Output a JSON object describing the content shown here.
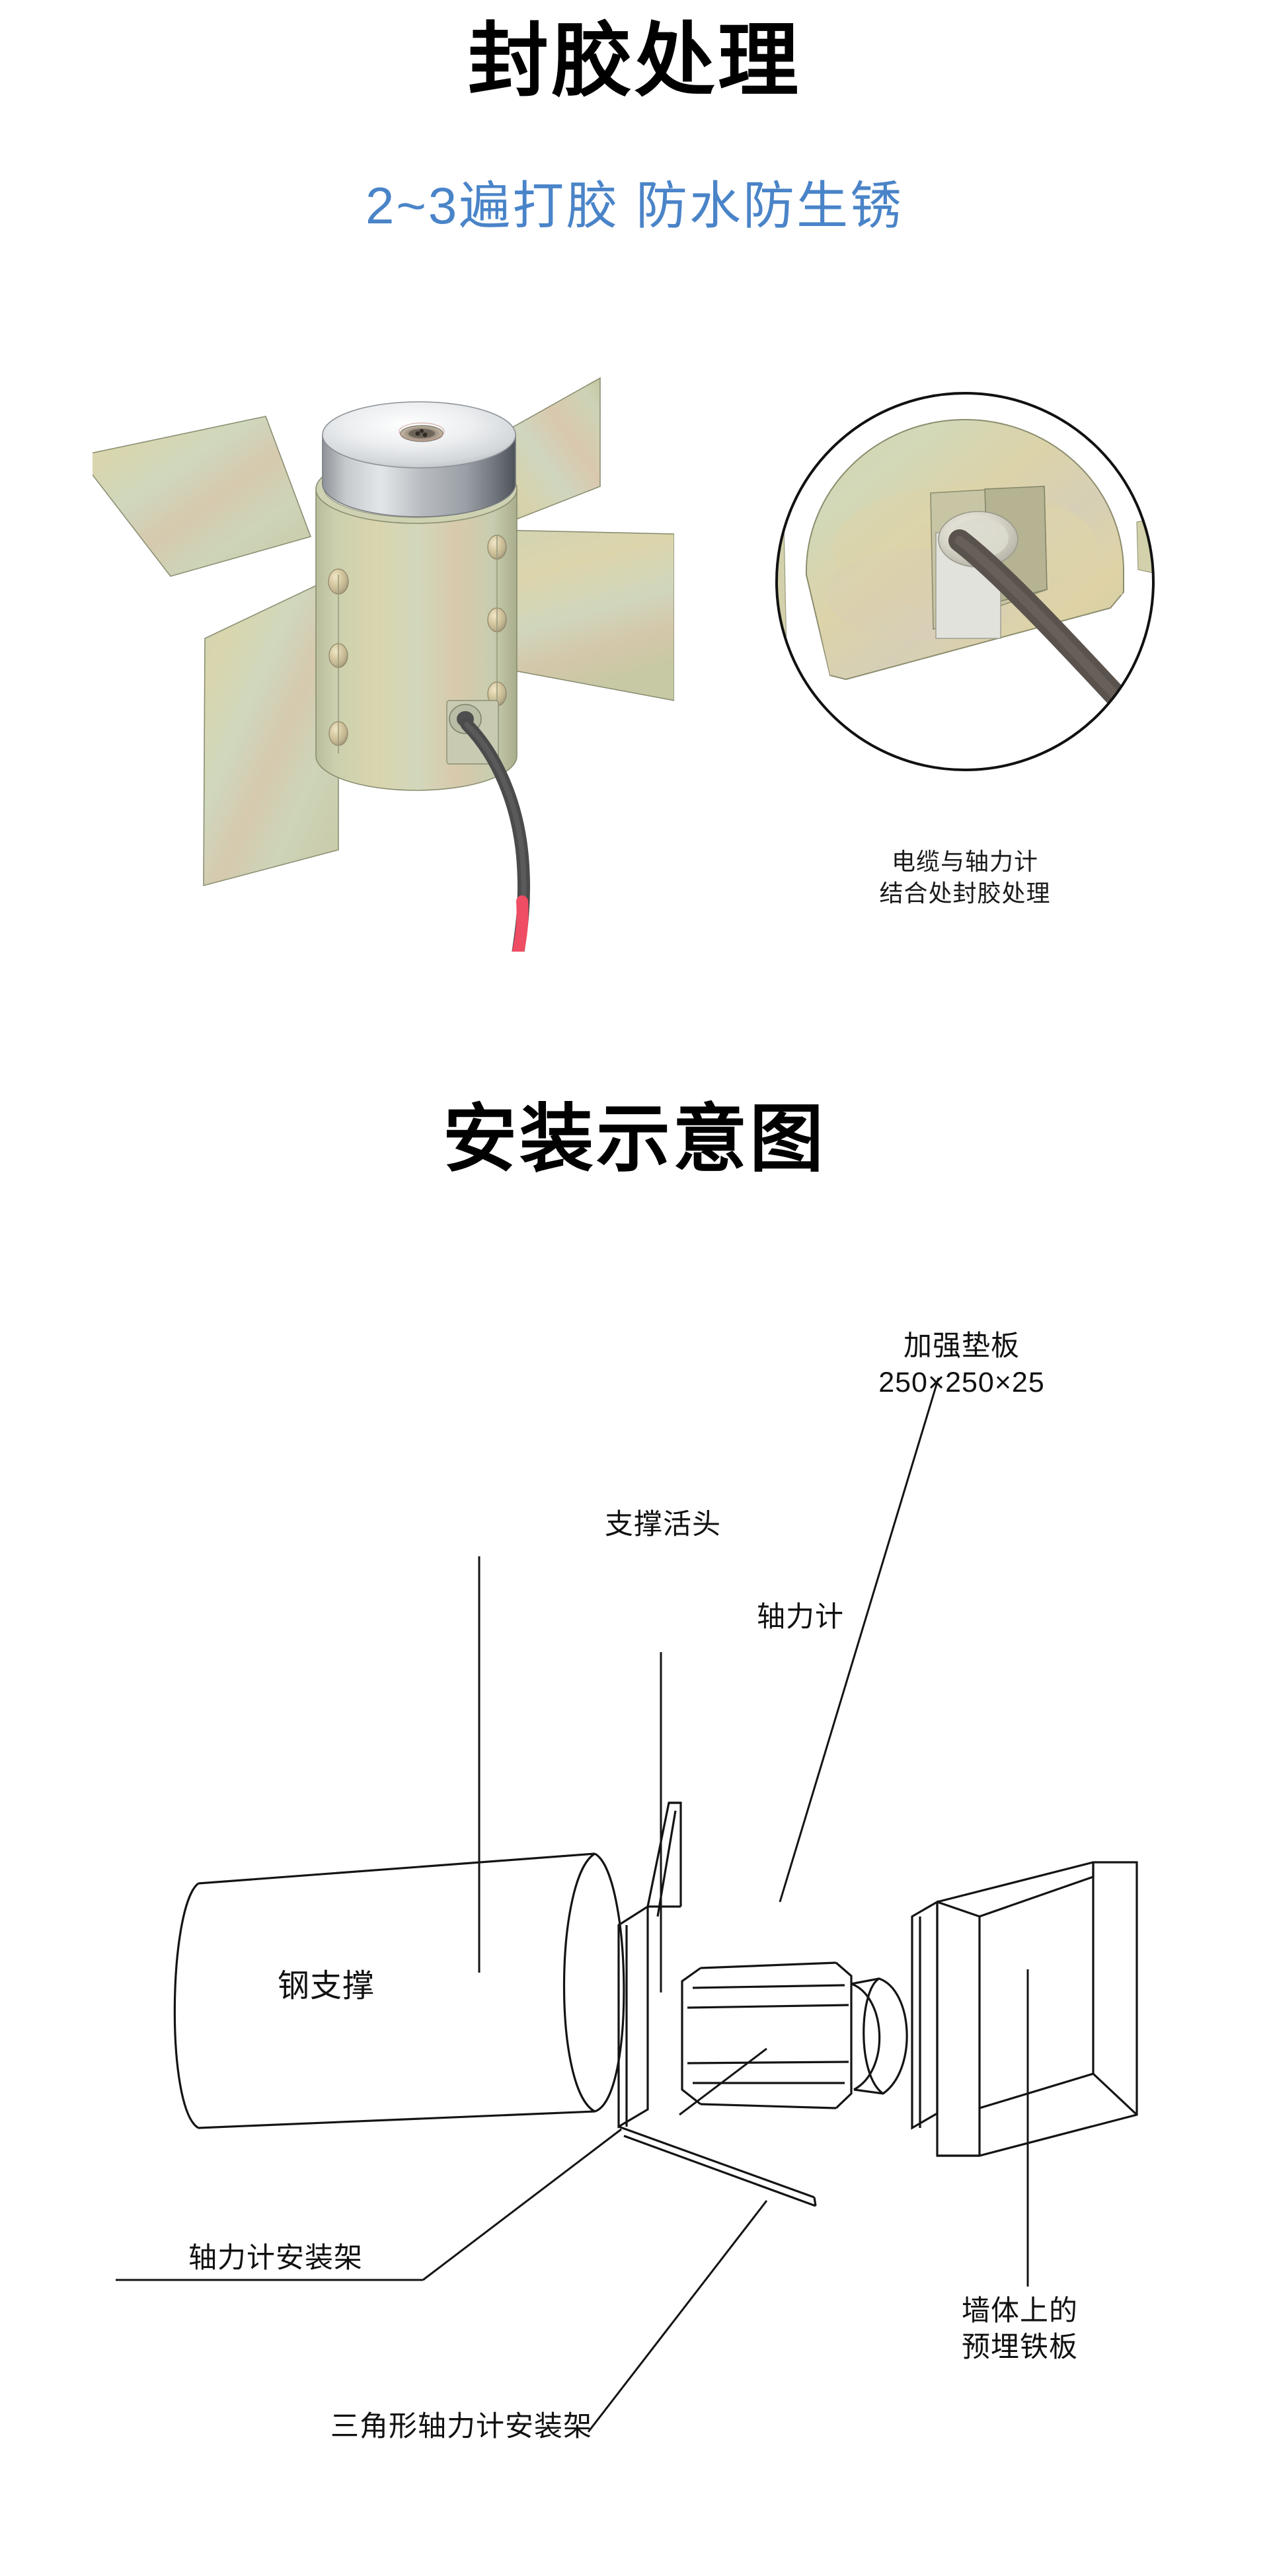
{
  "sections": {
    "sealing": {
      "title": "封胶处理",
      "subtitle": "2~3遍打胶  防水防生锈",
      "subtitle_color": "#4a84c8",
      "photo_main_name": "axial-force-gauge-with-anchor-vanes-photo",
      "photo_inset_name": "cable-entry-sealing-closeup-photo",
      "inset_caption_line1": "电缆与轴力计",
      "inset_caption_line2": "结合处封胶处理"
    },
    "install": {
      "title": "安装示意图",
      "labels": {
        "reinforcing_plate": "加强垫板",
        "reinforcing_plate_size": "250×250×25",
        "support_head": "支撑活头",
        "load_cell": "轴力计",
        "steel_strut": "钢支撑",
        "mount_frame": "轴力计安装架",
        "triangular_mount_frame": "三角形轴力计安装架",
        "wall_plate_line1": "墙体上的",
        "wall_plate_line2": "预埋铁板"
      }
    }
  },
  "colors": {
    "text": "#111111",
    "accent_blue": "#4a84c8",
    "line": "#1a1a1a",
    "background": "#ffffff"
  }
}
